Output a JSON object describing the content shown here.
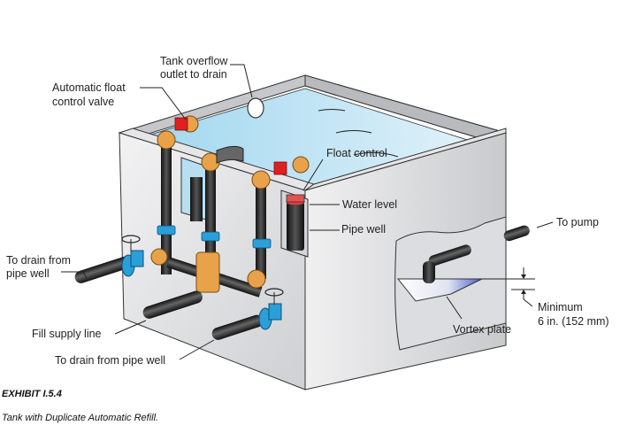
{
  "figure": {
    "labels": {
      "tank_overflow": [
        "Tank overflow",
        "outlet to drain"
      ],
      "float_valve": [
        "Automatic float",
        "control valve"
      ],
      "float_control": "Float control",
      "water_level": "Water level",
      "pipe_well": "Pipe well",
      "to_pump": "To pump",
      "drain_left": [
        "To drain from",
        "pipe well"
      ],
      "fill_supply": "Fill supply line",
      "drain_bottom": "To drain from pipe well",
      "vortex_plate": "Vortex plate",
      "minimum": [
        "Minimum",
        "6 in. (152 mm)"
      ]
    },
    "colors": {
      "tank_wall": "#d9dadc",
      "water": "#b9e0f2",
      "pipe_copper": "#e8a24a",
      "valve_red": "#e02020",
      "pipe_black": "#2a2a2a",
      "valve_blue": "#2a9fd8"
    }
  },
  "caption": {
    "title": "EXHIBIT I.5.4",
    "text": "Tank with Duplicate Automatic Refill."
  }
}
